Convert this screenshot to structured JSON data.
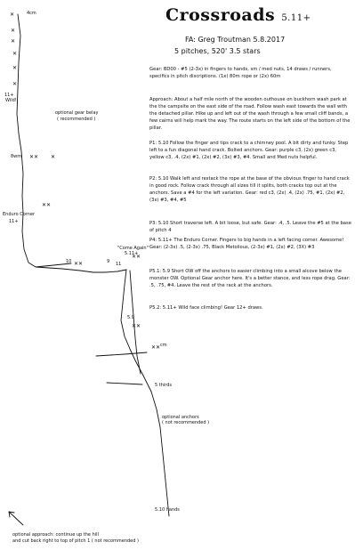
{
  "header": {
    "title": "Crossroads",
    "grade": "5.11+",
    "fa": "FA: Greg Troutman 5.8.2017",
    "pitches": "5 pitches, 520' 3.5 stars"
  },
  "text": {
    "gear": "Gear: BD00 - #5 (2-3x) in fingers to hands, sm / med nuts, 14 draws / runners, specifics in pitch discriptions. (1x) 80m rope or (2x) 60m",
    "approach": "Approach: About a half mile north of the wooden outhouse on buckhorn wash park at the the campsite on the east side of the road. Follow wash east towards the wall with the detached pillar. Hike up and left out of the wash through a few small cliff bands, a few cairns will help mark the way. The route starts on the left side of the bottom of the pillar.",
    "p1": "P1: 5.10 Follow the finger and tips crack to a chimney pool. A bit dirty and funky. Step left to a fun diagonal hand crack. Bolted anchors. Gear: purple c3, (2x) green c3, yellow c3, .4, (2x) #1, (2x) #2, (3x) #3, #4. Small and Med nuts helpful.",
    "p2": "P2: 5.10 Walk left and restack the rope at the base of the obvious finger to hand crack in good rock. Follow crack through all sizes till it splits, both cracks top out at the anchors. Save a #4 for the left variation. Gear: red c3, (2x) .4, (2x) .75, #1, (2x) #2, (3x) #3, #4, #5",
    "p3": "P3: 5.10 Short traverse left. A bit loose, but safe. Gear: .4, .5. Leave the #5 at the base of pitch 4",
    "p4": "P4: 5.11+ The Enduro Corner. Fingers to big hands in a left facing corner. Awesome! Gear: (2-3x) .5, (2-3x) .75, Black Metolious, (2-3x) #1, (2x) #2, (3X) #3",
    "p5_1": "P5.1: 5.9 Short OW off the anchors to easier climbing into a small alcove below the monster OW. Optional Gear anchor here. It's a better stance, and less rope drag. Gear: .5, .75, #4. Leave the rest of the rack at the anchors.",
    "p5_2": "P5.2: 5.11+ Wild face climbing! Gear 12+ draws."
  },
  "topo_labels": {
    "top_4cm": "4cm",
    "eleven_plus": "11+",
    "wild": "Wild!!",
    "optional_gear_belay": "optional gear belay",
    "recommended": "( recommended )",
    "bolt_label": "8wm",
    "enduro_corner": "Enduro Corner",
    "eleven_plus_2": "11+",
    "come_again": "\"Come Again\"",
    "come_again_grade": "5.11+",
    "ten": "10",
    "nine": "9",
    "eleven": "11",
    "five_nine": "5.9",
    "cm": "cm",
    "five_thirds": "5 thirds",
    "optional_anchors": "optional anchors",
    "not_recommended": "( not recommended )",
    "five_ten_hands": "5.10 hands",
    "approach_note_1": "optional approach: continue up the hill",
    "approach_note_2": "and cut back right to top of pitch 1 ( not recommended )"
  }
}
